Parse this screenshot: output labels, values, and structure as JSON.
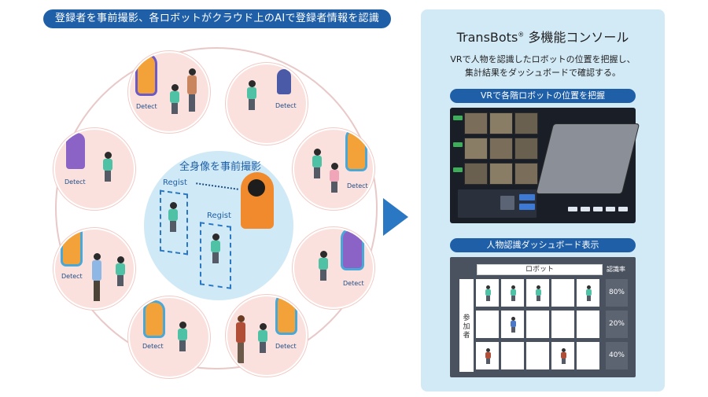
{
  "banner": "登録者を事前撮影、各ロボットがクラウド上のAIで登録者情報を認識",
  "detect_label": "Detect",
  "center": {
    "title": "全身像を事前撮影",
    "regist_label": "Regist"
  },
  "panel": {
    "title": "TransBots",
    "title_mark": "®",
    "title_suffix": " 多機能コンソール",
    "desc_line1": "VRで人物を認識したロボットの位置を把握し、",
    "desc_line2": "集計結果をダッシュボードで確認する。",
    "section1": "VRで各階ロボットの位置を把握",
    "section2": "人物認識ダッシュボード表示"
  },
  "dashboard": {
    "header": "ロボット",
    "rate_header": "認識率",
    "side_label": "参加者",
    "rates": [
      "80%",
      "20%",
      "40%"
    ]
  },
  "colors": {
    "accent": "#1f5fa8",
    "node_fill": "#fbe1de",
    "center_fill": "#cfe9f6",
    "panel_fill": "#d2e9f6"
  }
}
